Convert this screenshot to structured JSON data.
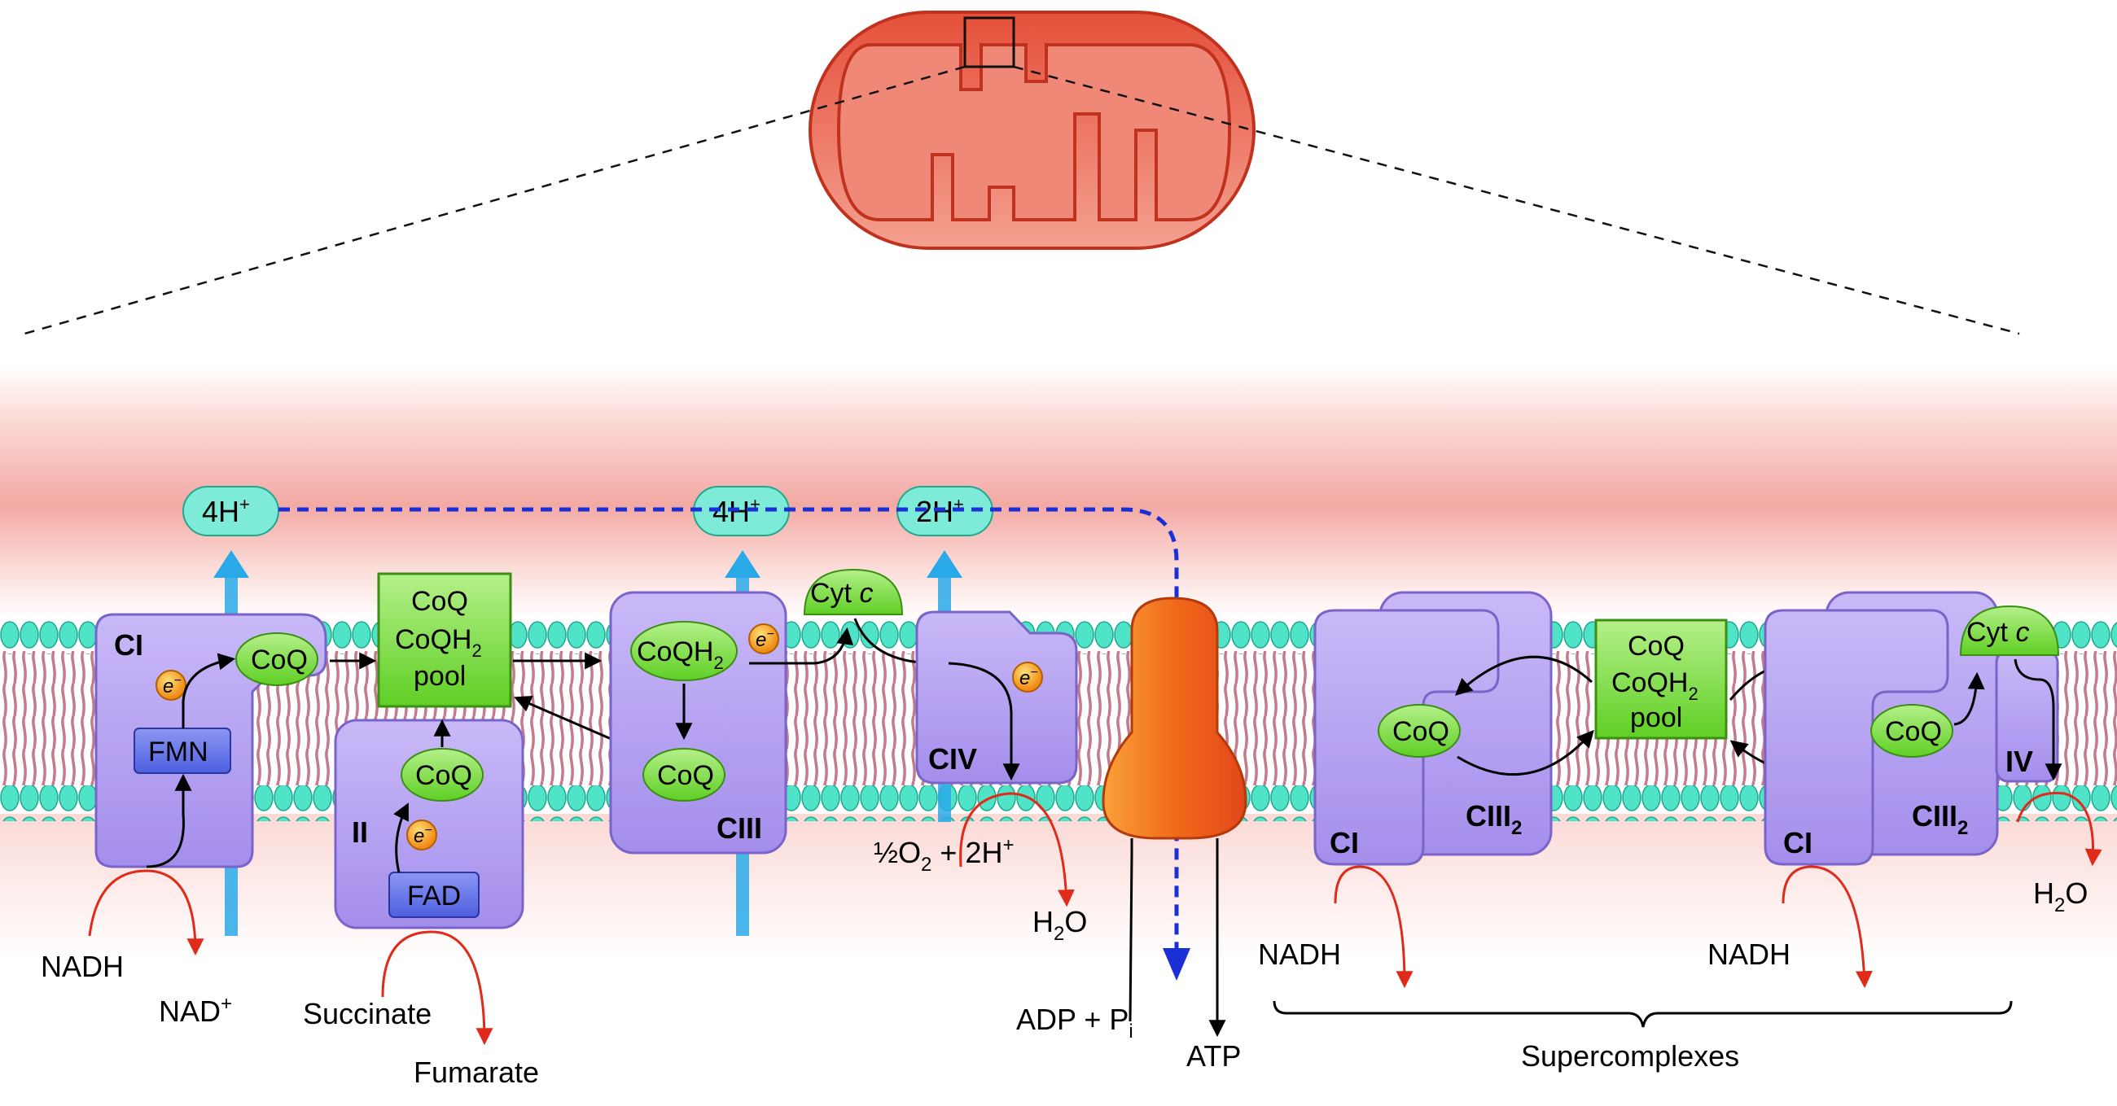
{
  "colors": {
    "membrane_pink": "#f3a9a4",
    "complex_purple": "#b9a6f2",
    "complex_stroke": "#7a63c9",
    "coq_green": "#7fdc3f",
    "pool_green": "#8ee35a",
    "proton_cyan": "#5ee3cf",
    "pump_arrow_blue": "#2aa9e8",
    "atp_synthase_orange": "#f26a1a",
    "mito_red": "#e34a33",
    "reaction_red": "#e02a1a",
    "proton_path_blue": "#1a2fd6"
  },
  "labels": {
    "h4_a": "4H",
    "h4_a_sup": "+",
    "h4_b": "4H",
    "h4_b_sup": "+",
    "h2": "2H",
    "h2_sup": "+",
    "ci": "CI",
    "fmn": "FMN",
    "electron": "e",
    "electron_sup": "−",
    "coq": "CoQ",
    "pool_line1": "CoQ",
    "pool_line2": "CoQH",
    "pool_line2_sub": "2",
    "pool_line3": "pool",
    "cii": "II",
    "fad": "FAD",
    "coqh2": "CoQH",
    "coqh2_sub": "2",
    "ciii": "CIII",
    "cytc": "Cyt",
    "cytc_italic": "c",
    "civ": "CIV",
    "oxygen": "½O",
    "oxygen_sub": "2",
    "oxygen_rest": " + 2H",
    "oxygen_sup": "+",
    "water": "H",
    "water_sub": "2",
    "water_rest": "O",
    "nadh": "NADH",
    "nad_plus": "NAD",
    "nad_plus_sup": "+",
    "succinate": "Succinate",
    "fumarate": "Fumarate",
    "adp": "ADP + P",
    "adp_sub": "i",
    "atp": "ATP",
    "ciii2": "CIII",
    "ciii2_sub": "2",
    "iv": "IV",
    "supercomplexes": "Supercomplexes"
  }
}
